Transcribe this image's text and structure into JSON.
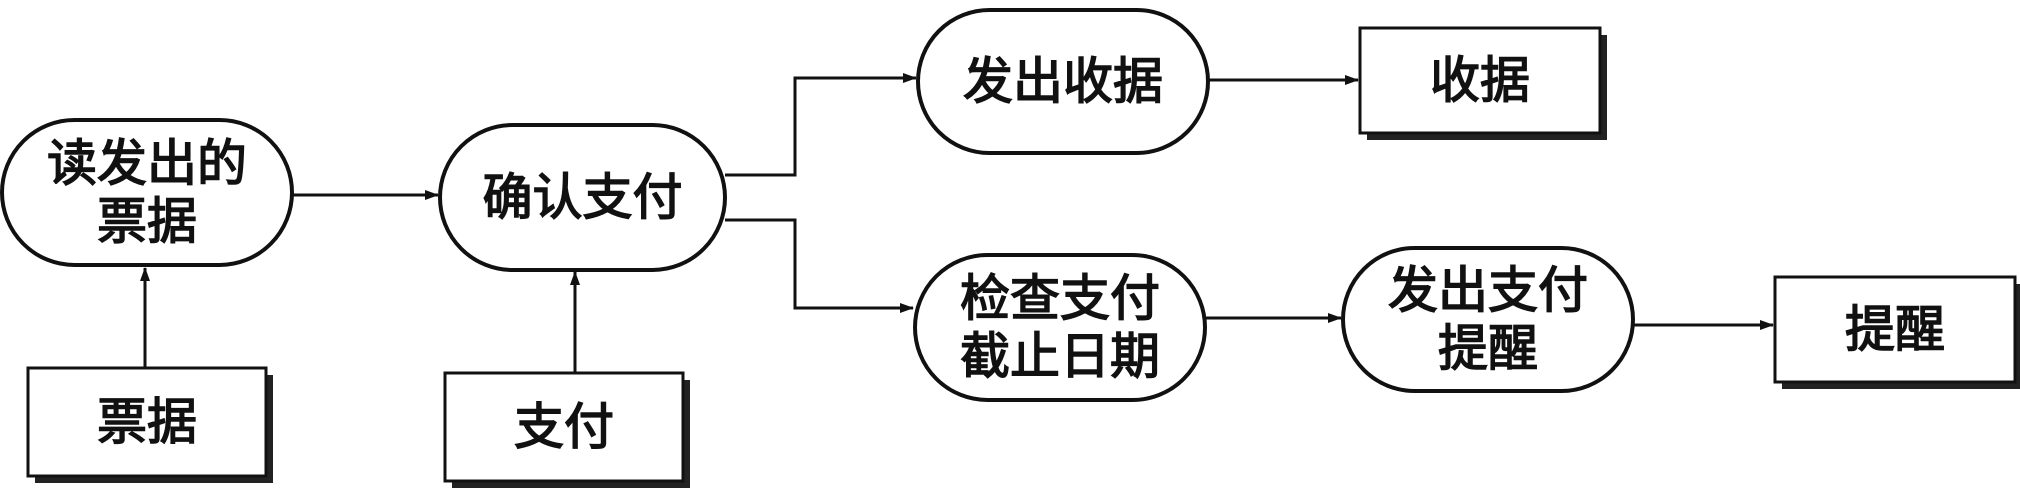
{
  "diagram": {
    "nodes": {
      "read_invoice": {
        "shape": "process",
        "lines": [
          "读发出的",
          "票据"
        ]
      },
      "invoice": {
        "shape": "external",
        "lines": [
          "票据"
        ]
      },
      "confirm": {
        "shape": "process",
        "lines": [
          "确认支付"
        ]
      },
      "payment": {
        "shape": "external",
        "lines": [
          "支付"
        ]
      },
      "issue_receipt": {
        "shape": "process",
        "lines": [
          "发出收据"
        ]
      },
      "receipt": {
        "shape": "external",
        "lines": [
          "收据"
        ]
      },
      "check_deadline": {
        "shape": "process",
        "lines": [
          "检查支付",
          "截止日期"
        ]
      },
      "issue_reminder": {
        "shape": "process",
        "lines": [
          "发出支付",
          "提醒"
        ]
      },
      "reminder": {
        "shape": "external",
        "lines": [
          "提醒"
        ]
      }
    },
    "edges": [
      {
        "from": "invoice",
        "to": "read_invoice"
      },
      {
        "from": "read_invoice",
        "to": "confirm"
      },
      {
        "from": "payment",
        "to": "confirm"
      },
      {
        "from": "confirm",
        "to": "issue_receipt"
      },
      {
        "from": "confirm",
        "to": "check_deadline"
      },
      {
        "from": "issue_receipt",
        "to": "receipt"
      },
      {
        "from": "check_deadline",
        "to": "issue_reminder"
      },
      {
        "from": "issue_reminder",
        "to": "reminder"
      }
    ]
  }
}
